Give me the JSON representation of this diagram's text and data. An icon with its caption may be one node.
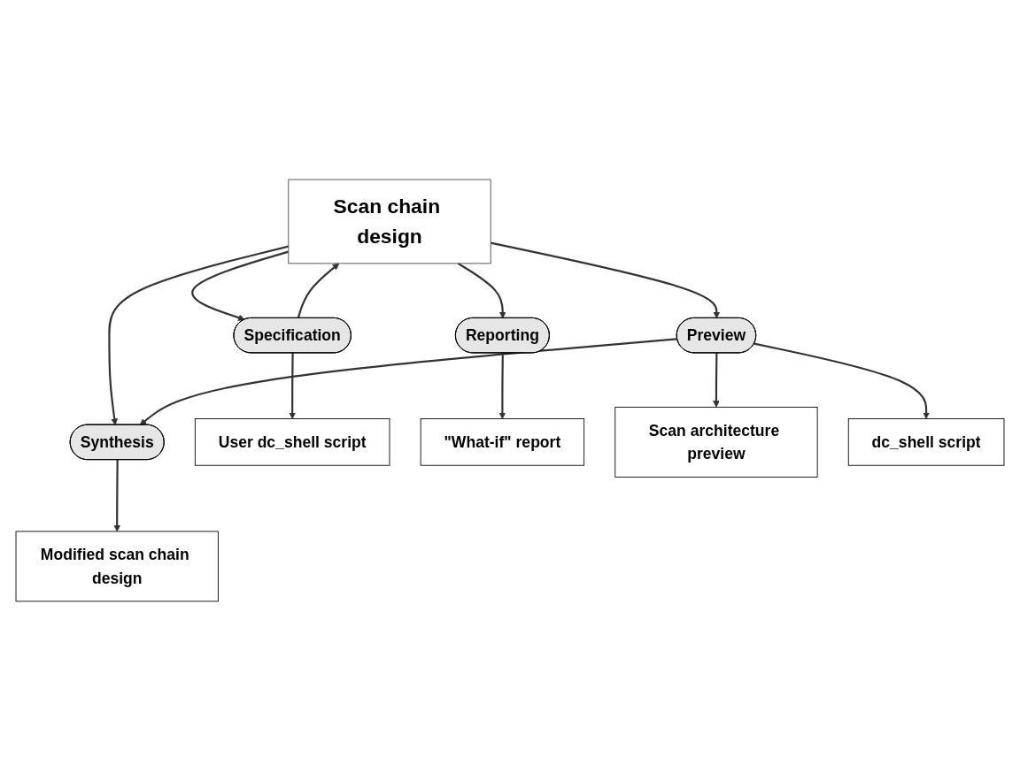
{
  "diagram": {
    "nodes": [
      {
        "text": [
          "Scan chain design"
        ]
      },
      {
        "text": [
          "Specification"
        ]
      },
      {
        "text": [
          "Reporting"
        ]
      },
      {
        "text": [
          "Preview"
        ]
      },
      {
        "text": [
          "Synthesis"
        ]
      },
      {
        "text": [
          "User dc_shell script"
        ]
      },
      {
        "text": [
          "\"What-if\" report"
        ]
      },
      {
        "text": [
          "Scan architecture preview"
        ]
      },
      {
        "text": [
          "dc_shell script"
        ]
      },
      {
        "text": [
          "Modified scan chain design"
        ]
      }
    ],
    "edges": [
      {
        "from": 0,
        "to": 1,
        "arrow": "to"
      },
      {
        "from": 1,
        "to": 0,
        "arrow": "to"
      },
      {
        "from": 0,
        "to": 2,
        "arrow": "to"
      },
      {
        "from": 0,
        "to": 3,
        "arrow": "to"
      },
      {
        "from": 0,
        "to": 4,
        "arrow": "to"
      },
      {
        "from": 3,
        "to": 4,
        "arrow": "to"
      },
      {
        "from": 1,
        "to": 5,
        "arrow": "to"
      },
      {
        "from": 2,
        "to": 6,
        "arrow": "to"
      },
      {
        "from": 3,
        "to": 7,
        "arrow": "to"
      },
      {
        "from": 3,
        "to": 8,
        "arrow": "to"
      },
      {
        "from": 4,
        "to": 9,
        "arrow": "to"
      }
    ]
  }
}
